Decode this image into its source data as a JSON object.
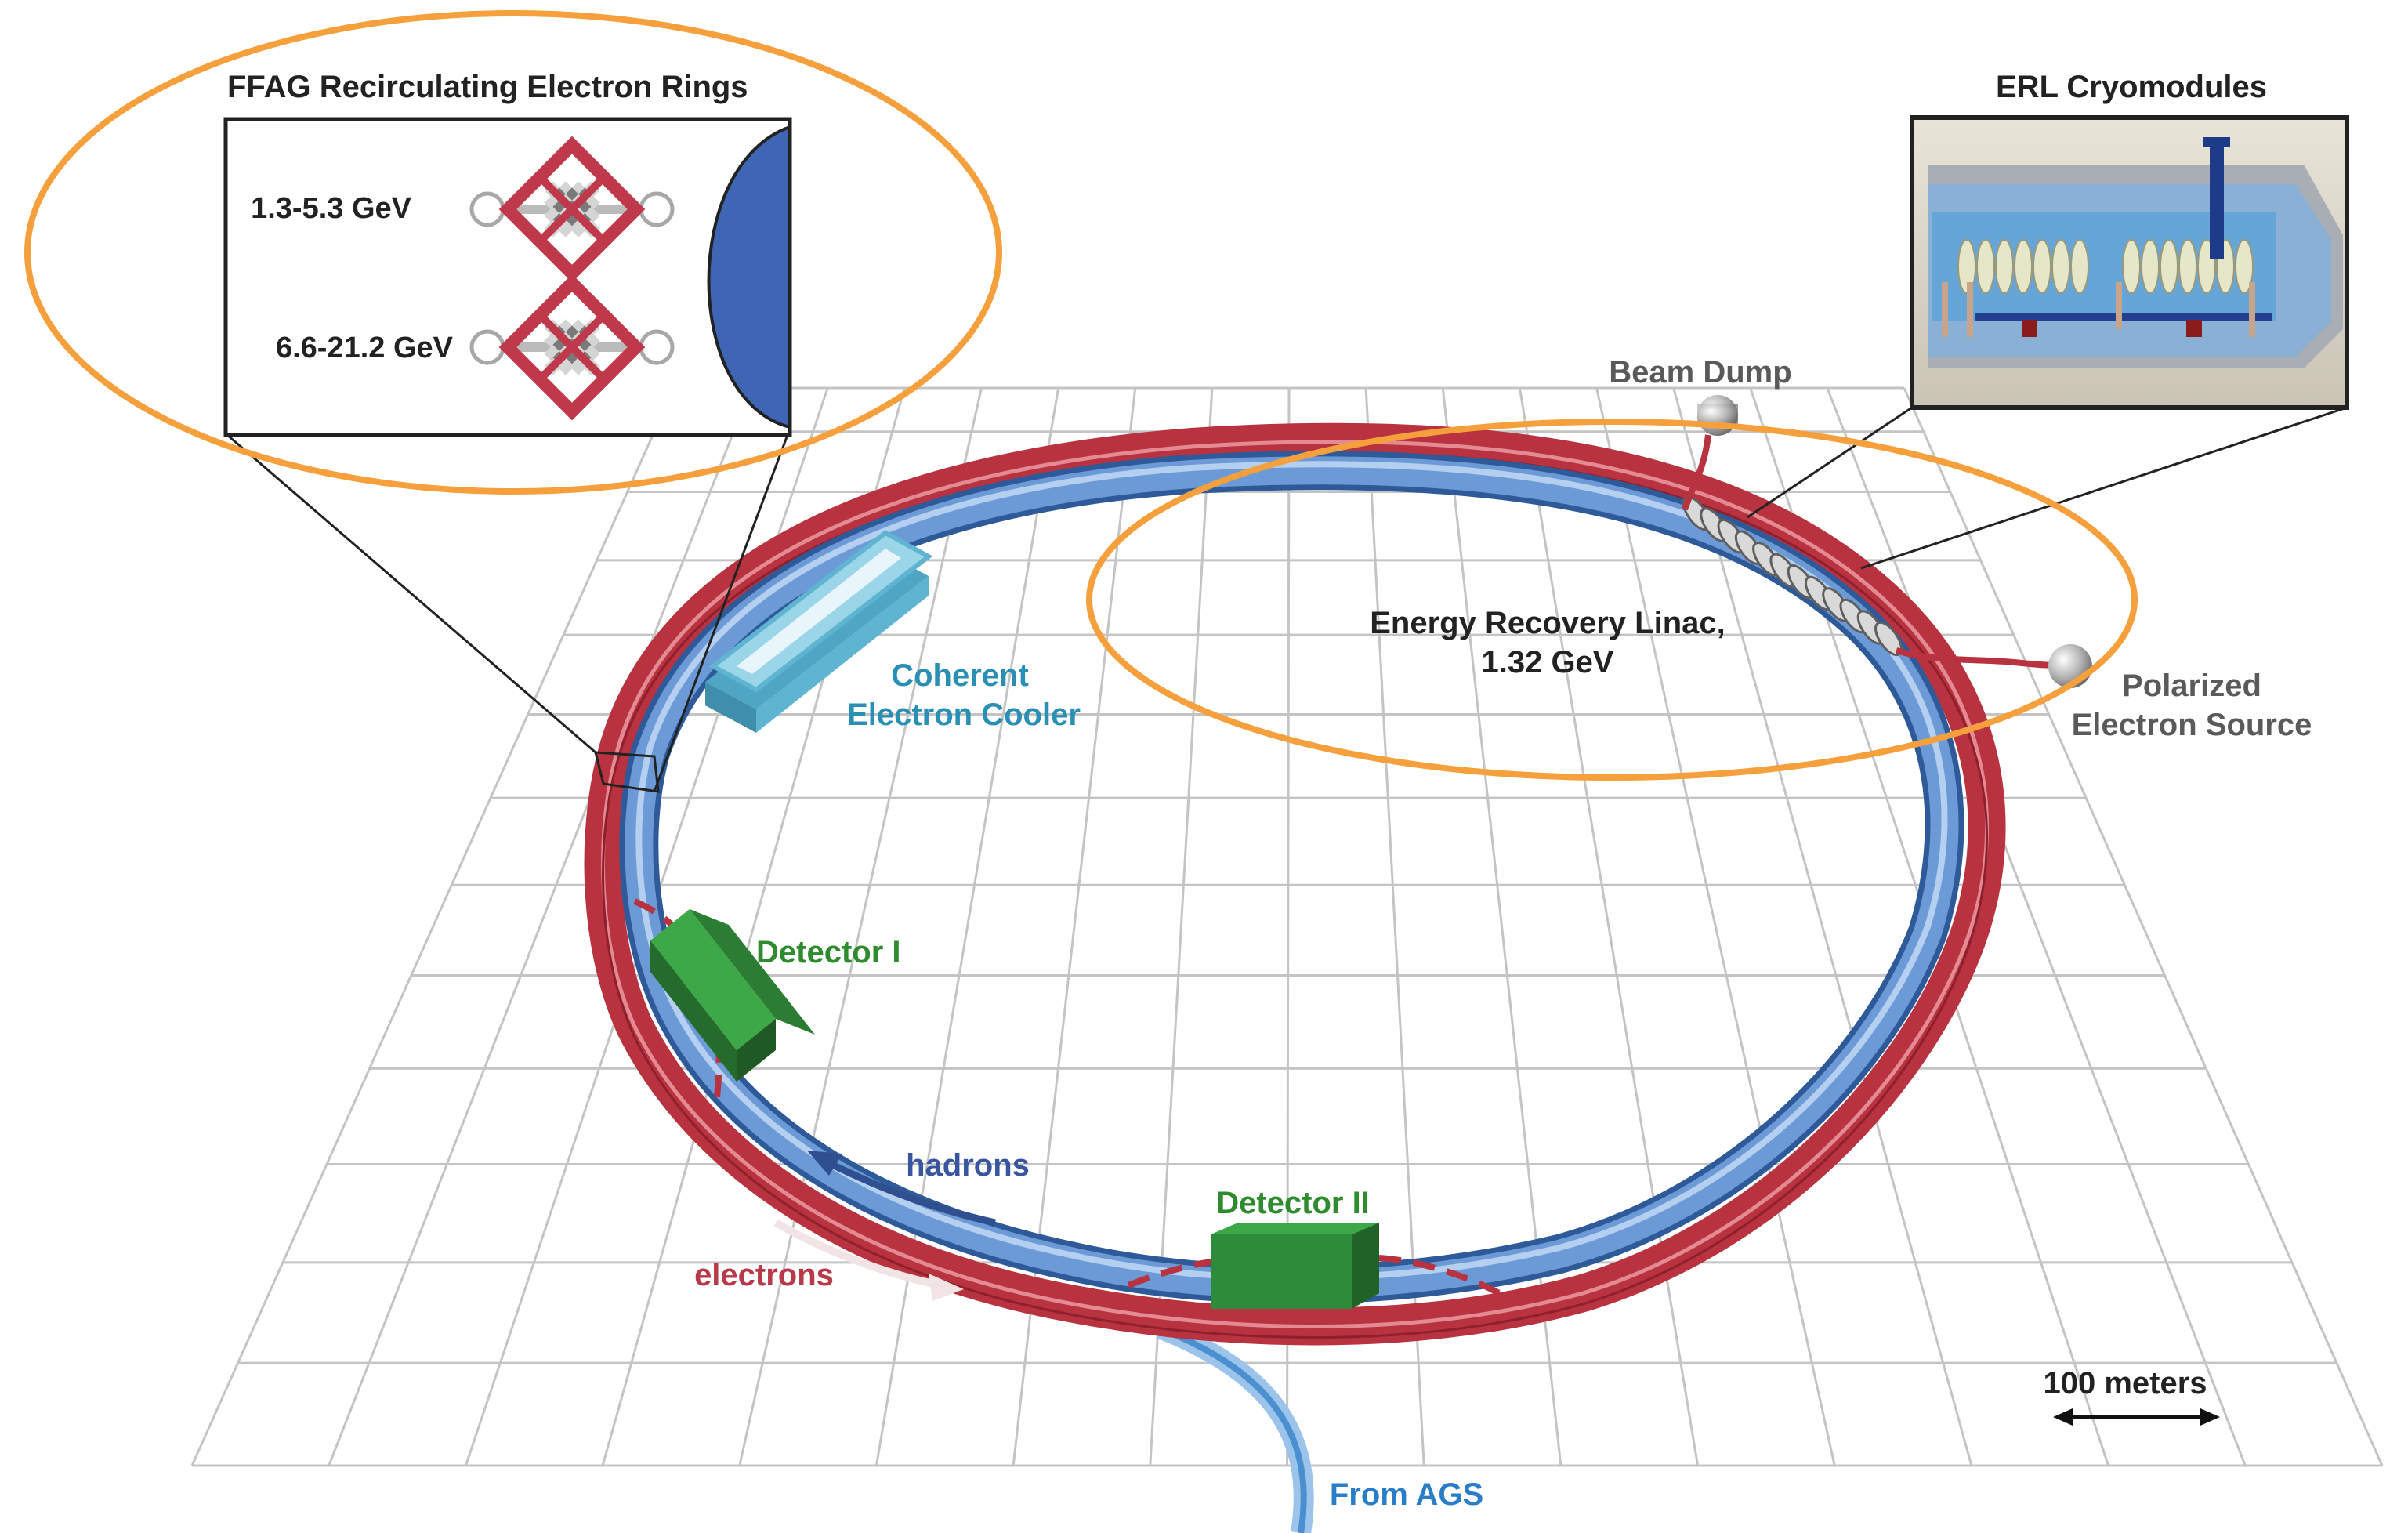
{
  "labels": {
    "ffag_title": "FFAG Recirculating Electron Rings",
    "ffag_low": "1.3-5.3 GeV",
    "ffag_high": "6.6-21.2 GeV",
    "erl_title": "ERL Cryomodules",
    "beam_dump": "Beam Dump",
    "erl_line1": "Energy Recovery Linac,",
    "erl_line2": "1.32 GeV",
    "pol_line1": "Polarized",
    "pol_line2": "Electron Source",
    "cec_line1": "Coherent",
    "cec_line2": "Electron Cooler",
    "detector1": "Detector I",
    "detector2": "Detector II",
    "hadrons": "hadrons",
    "electrons": "electrons",
    "scale": "100 meters",
    "from_ags": "From AGS"
  },
  "colors": {
    "electron_ring": "#b8323f",
    "hadron_ring": "#4a7fc4",
    "callout_ellipse": "#f5a03c",
    "detector": "#2e8b3a",
    "cooler": "#7cc6dc",
    "ffag_magnet": "#c0394a",
    "grid": "#bdbdbd"
  }
}
